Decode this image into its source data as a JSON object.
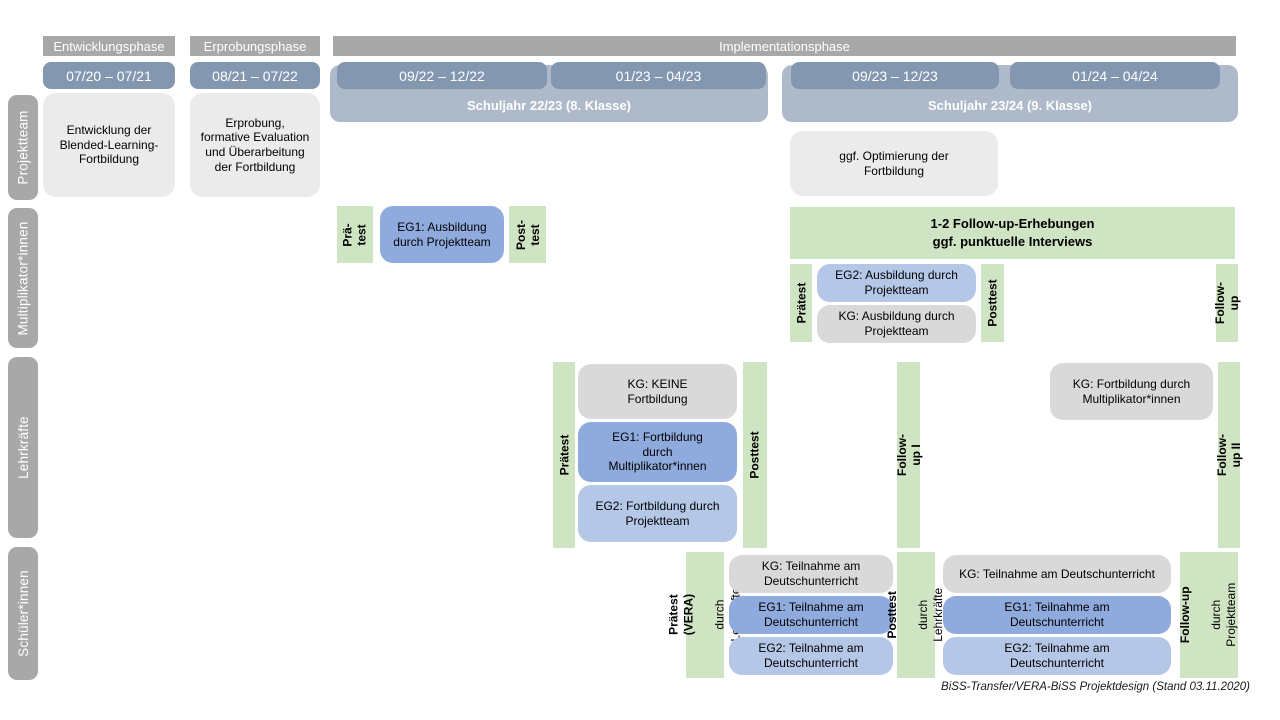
{
  "colors": {
    "phase-bar": "#a8a8a8",
    "period-pill": "#8497b0",
    "school-year": "#aebaca",
    "row-label": "#a8a8a8",
    "box-gray-light": "#ebebeb",
    "box-gray": "#d9d9d9",
    "box-blue-dark": "#8faadc",
    "box-blue-light": "#b4c7e7",
    "box-green": "#cfe4c2"
  },
  "phases": {
    "entwicklung": "Entwicklungsphase",
    "erprobung": "Erprobungsphase",
    "implementation": "Implementationsphase"
  },
  "periods": {
    "p1": "07/20 – 07/21",
    "p2": "08/21 – 07/22",
    "p3": "09/22 – 12/22",
    "p4": "01/23 – 04/23",
    "p5": "09/23 – 12/23",
    "p6": "01/24 – 04/24"
  },
  "school_years": {
    "sj1": "Schuljahr 22/23 (8. Klasse)",
    "sj2": "Schuljahr 23/24 (9. Klasse)"
  },
  "row_labels": {
    "projektteam": "Projektteam",
    "multiplikatoren": "Multiplikator*innen",
    "lehrkraefte": "Lehrkräfte",
    "schueler": "Schüler*innen"
  },
  "projektteam": {
    "entwicklung": "Entwicklung der Blended-Learning-Fortbildung",
    "erprobung": "Erprobung, formative Evaluation und Überarbeitung der Fortbildung",
    "optimierung": "ggf. Optimierung der Fortbildung"
  },
  "multiplikatoren": {
    "praetest_short": "Prä-\ntest",
    "eg1": "EG1: Ausbildung durch Projektteam",
    "posttest_short": "Post-\ntest",
    "followup_banner": "1-2 Follow-up-Erhebungen\nggf. punktuelle Interviews",
    "praetest": "Prätest",
    "eg2": "EG2: Ausbildung durch Projektteam",
    "kg": "KG: Ausbildung durch Projektteam",
    "posttest": "Posttest",
    "followup": "Follow-up"
  },
  "lehrkraefte": {
    "praetest": "Prätest",
    "kg": "KG: KEINE Fortbildung",
    "eg1": "EG1: Fortbildung durch Multiplikator*innen",
    "eg2": "EG2: Fortbildung durch Projektteam",
    "posttest": "Posttest",
    "followup1": "Follow-up I",
    "kg2": "KG: Fortbildung durch Multiplikator*innen",
    "followup2": "Follow-up II"
  },
  "schueler": {
    "praetest_title": "Prätest (VERA)",
    "praetest_sub": "durch Lehrkräfte",
    "kg": "KG: Teilnahme am Deutschunterricht",
    "eg1": "EG1: Teilnahme am Deutschunterricht",
    "eg2": "EG2: Teilnahme am Deutschunterricht",
    "posttest_title": "Posttest",
    "posttest_sub": "durch Lehrkräfte",
    "kg2": "KG: Teilnahme am Deutschunterricht",
    "eg1b": "EG1: Teilnahme am Deutschunterricht",
    "eg2b": "EG2: Teilnahme am Deutschunterricht",
    "followup_title": "Follow-up",
    "followup_sub": "durch\nProjektteam"
  },
  "footer": "BiSS-Transfer/VERA-BiSS Projektdesign (Stand 03.11.2020)"
}
